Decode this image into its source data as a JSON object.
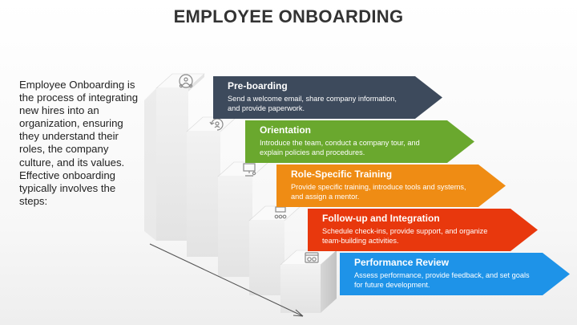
{
  "title": "EMPLOYEE ONBOARDING",
  "intro": "Employee Onboarding is the process of integrating new hires into an organization, ensuring they understand their roles, the company culture, and its values. Effective onboarding typically involves the steps:",
  "steps": [
    {
      "title": "Pre-boarding",
      "desc": "Send a welcome email, share company information, and provide paperwork.",
      "color": "#3d4a5c",
      "icon": "team-icon"
    },
    {
      "title": "Orientation",
      "desc": "Introduce the team, conduct a company tour, and explain policies and procedures.",
      "color": "#6aa82e",
      "icon": "tour-icon"
    },
    {
      "title": "Role-Specific Training",
      "desc": "Provide specific training, introduce tools and systems, and assign a mentor.",
      "color": "#ef8c14",
      "icon": "training-icon"
    },
    {
      "title": "Follow-up and Integration",
      "desc": "Schedule check-ins, provide support, and organize team-building activities.",
      "color": "#e8380d",
      "icon": "support-icon"
    },
    {
      "title": "Performance Review",
      "desc": "Assess performance, provide feedback, and set goals for future development.",
      "color": "#1e93e8",
      "icon": "review-icon"
    }
  ]
}
